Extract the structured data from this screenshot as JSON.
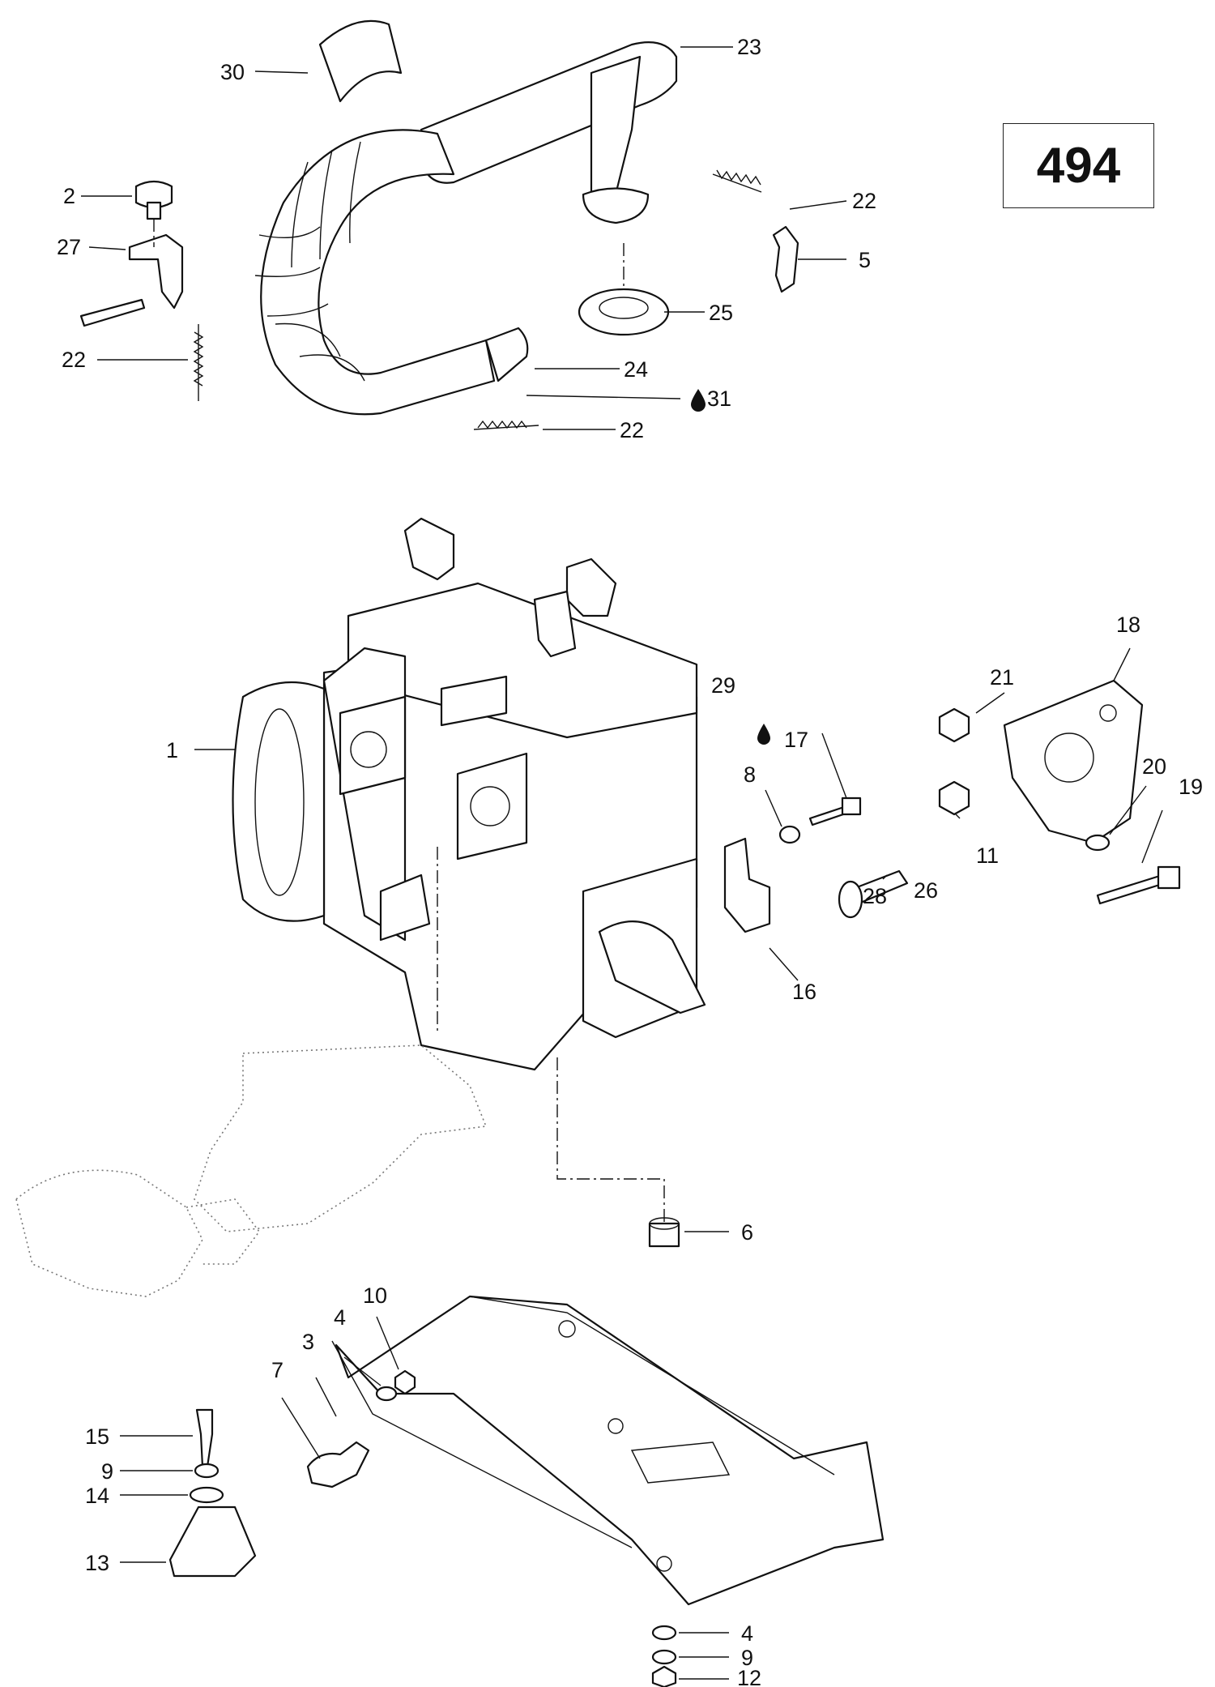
{
  "diagram_id": "494",
  "callouts": [
    {
      "id": "c30",
      "text": "30"
    },
    {
      "id": "c23",
      "text": "23"
    },
    {
      "id": "c2",
      "text": "2"
    },
    {
      "id": "c27",
      "text": "27"
    },
    {
      "id": "c22a",
      "text": "22"
    },
    {
      "id": "c22b",
      "text": "22"
    },
    {
      "id": "c5",
      "text": "5"
    },
    {
      "id": "c25",
      "text": "25"
    },
    {
      "id": "c24",
      "text": "24"
    },
    {
      "id": "c31",
      "text": "31"
    },
    {
      "id": "c22c",
      "text": "22"
    },
    {
      "id": "c18",
      "text": "18"
    },
    {
      "id": "c21",
      "text": "21"
    },
    {
      "id": "c29",
      "text": "29"
    },
    {
      "id": "c17",
      "text": "17"
    },
    {
      "id": "c1",
      "text": "1"
    },
    {
      "id": "c8",
      "text": "8"
    },
    {
      "id": "c20",
      "text": "20"
    },
    {
      "id": "c19",
      "text": "19"
    },
    {
      "id": "c11",
      "text": "11"
    },
    {
      "id": "c28",
      "text": "28"
    },
    {
      "id": "c26",
      "text": "26"
    },
    {
      "id": "c16",
      "text": "16"
    },
    {
      "id": "c6",
      "text": "6"
    },
    {
      "id": "c10",
      "text": "10"
    },
    {
      "id": "c4a",
      "text": "4"
    },
    {
      "id": "c3",
      "text": "3"
    },
    {
      "id": "c7",
      "text": "7"
    },
    {
      "id": "c15",
      "text": "15"
    },
    {
      "id": "c9a",
      "text": "9"
    },
    {
      "id": "c14",
      "text": "14"
    },
    {
      "id": "c13",
      "text": "13"
    },
    {
      "id": "c4b",
      "text": "4"
    },
    {
      "id": "c9b",
      "text": "9"
    },
    {
      "id": "c12",
      "text": "12"
    }
  ]
}
